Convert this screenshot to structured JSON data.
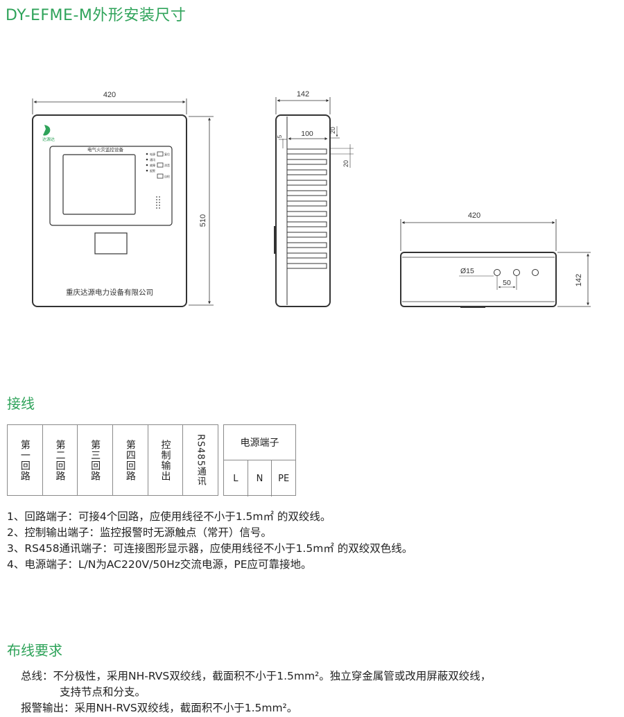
{
  "title": "DY-EFME-M外形安装尺寸",
  "colors": {
    "accent": "#2fa35a",
    "line": "#333333"
  },
  "front_view": {
    "width_label": "420",
    "height_label": "510",
    "brand_text": "达源达",
    "panel_title": "电气火灾监控设备",
    "indicators": [
      "电源",
      "通讯",
      "故障",
      "报警"
    ],
    "indicator_buttons": [
      "复位",
      "消音",
      "自检"
    ],
    "company": "重庆达源电力设备有限公司"
  },
  "side_view": {
    "depth_label": "142",
    "inner_label": "100",
    "offset_label": "5",
    "top_label": "20",
    "slot_label": "20"
  },
  "bottom_view": {
    "width_label": "420",
    "height_label": "142",
    "hole_label": "Ø15",
    "spacing_label": "50"
  },
  "wiring": {
    "heading": "接线",
    "terminals": [
      "第一回路",
      "第二回路",
      "第三回路",
      "第四回路",
      "控制输出",
      "RS485通讯"
    ],
    "power": {
      "label": "电源端子",
      "cells": [
        "L",
        "N",
        "PE"
      ]
    },
    "notes": [
      "1、回路端子：可接4个回路，应使用线径不小于1.5m㎡ 的双绞线。",
      "2、控制输出端子：监控报警时无源触点（常开）信号。",
      "3、RS458通讯端子：可连接图形显示器，应使用线径不小于1.5m㎡ 的双绞双色线。",
      "4、电源端子：L/N为AC220V/50Hz交流电源，PE应可靠接地。"
    ]
  },
  "layout_req": {
    "heading": "布线要求",
    "lines": [
      "总线：不分极性，采用NH-RVS双绞线，截面积不小于1.5mm²。独立穿金属管或改用屏蔽双绞线，",
      "支持节点和分支。",
      "报警输出：采用NH-RVS双绞线，截面积不小于1.5mm²。"
    ]
  }
}
